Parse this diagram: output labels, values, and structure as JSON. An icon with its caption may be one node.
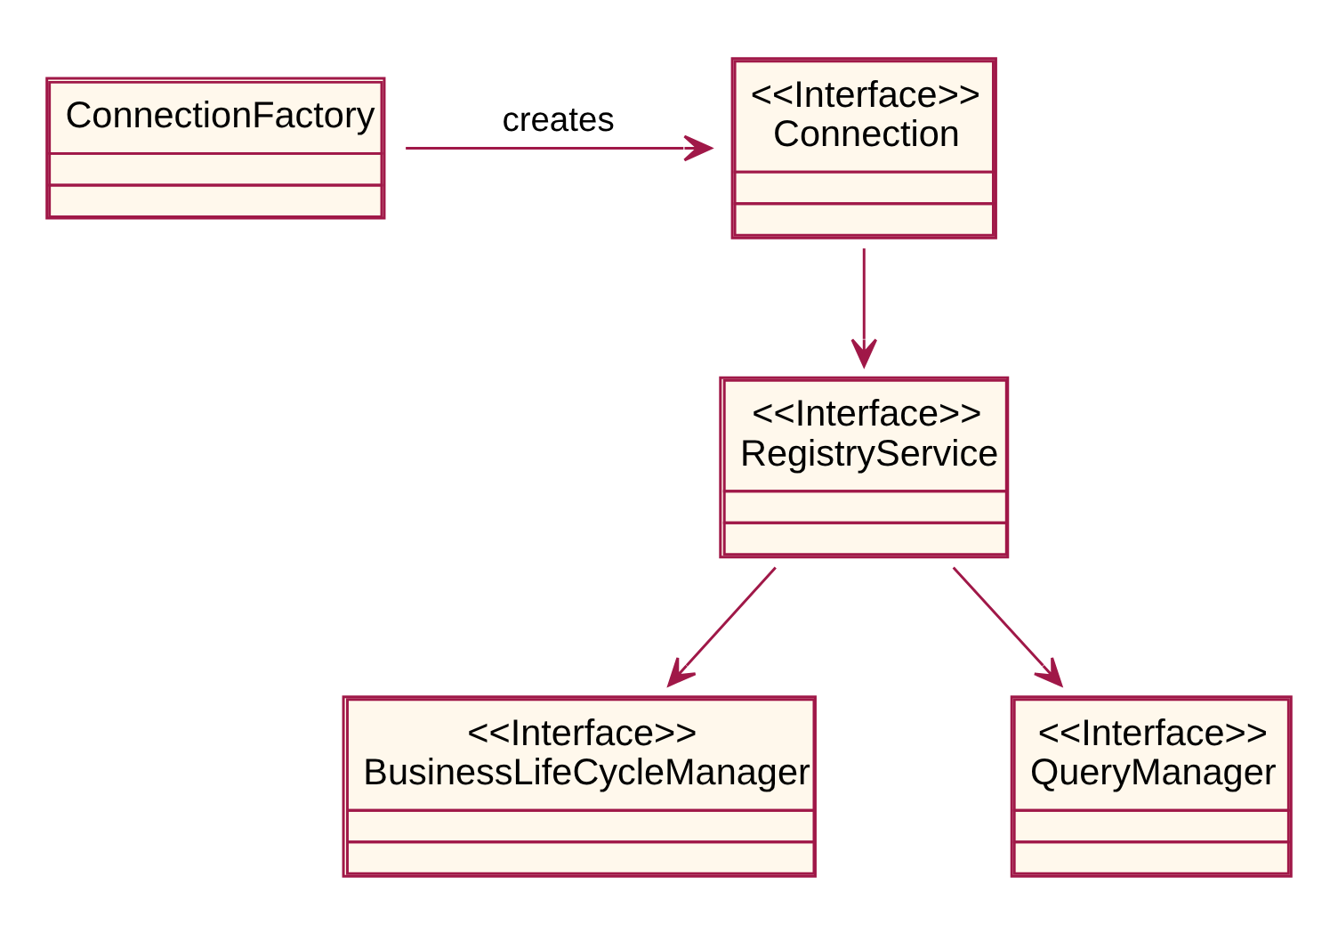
{
  "diagram": {
    "nodes": [
      {
        "text": [
          "ConnectionFactory"
        ]
      },
      {
        "text": [
          "<<Interface>>",
          "Connection"
        ]
      },
      {
        "text": [
          "<<Interface>>",
          "RegistryService"
        ]
      },
      {
        "text": [
          "<<Interface>>",
          "BusinessLifeCycleManager"
        ]
      },
      {
        "text": [
          "<<Interface>>",
          "QueryManager"
        ]
      }
    ],
    "edges": [
      {
        "from": 0,
        "to": 1,
        "arrow": "to",
        "label": "creates"
      },
      {
        "from": 1,
        "to": 2,
        "arrow": "to"
      },
      {
        "from": 2,
        "to": 3,
        "arrow": "to"
      },
      {
        "from": 2,
        "to": 4,
        "arrow": "to"
      }
    ]
  }
}
